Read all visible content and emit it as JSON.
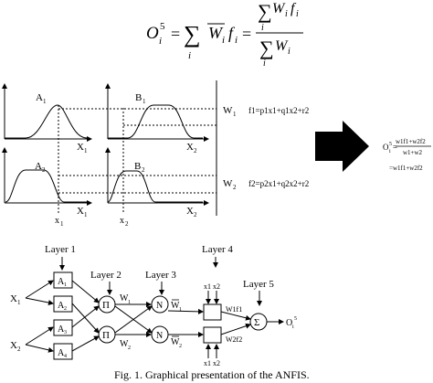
{
  "equation_top": {
    "lhs": "O",
    "lhs_sub": "i",
    "lhs_sup": "5",
    "eq1": "=",
    "sum_symbol": "∑",
    "sum_index": "i",
    "term_bar_w": "W",
    "term_bar_w_sub": "i",
    "term_f": "f",
    "term_f_sub": "i",
    "eq2": "=",
    "num_sum": "∑",
    "num_w": "W",
    "num_w_sub": "i",
    "num_f": "f",
    "num_f_sub": "i",
    "num_index": "i",
    "den_sum": "∑",
    "den_w": "W",
    "den_w_sub": "i",
    "den_index": "i"
  },
  "membership": {
    "A1": "A",
    "A1_sub": "1",
    "A2": "A",
    "A2_sub": "2",
    "B1": "B",
    "B1_sub": "1",
    "B2": "B",
    "B2_sub": "2",
    "X1": "X",
    "X1_sub": "1",
    "X2": "X",
    "X2_sub": "2",
    "x1": "x",
    "x1_sub": "1",
    "x2": "x",
    "x2_sub": "2",
    "W1": "W",
    "W1_sub": "1",
    "W2": "W",
    "W2_sub": "2",
    "f1": "f1=p1x1+q1x2+r2",
    "f2": "f2=p2x1+q2x2+r2"
  },
  "output_eq": {
    "lhs": "O",
    "lhs_sup": "5",
    "lhs_sub": "i",
    "eq": "=",
    "numerator": "w1f1+w2f2",
    "denominator": "w1+w2",
    "line2": "=w1f1+w2f2"
  },
  "network": {
    "layer1": "Layer 1",
    "layer2": "Layer 2",
    "layer3": "Layer 3",
    "layer4": "Layer 4",
    "layer5": "Layer 5",
    "input1": "X",
    "input1_sub": "1",
    "input2": "X",
    "input2_sub": "2",
    "A1": "A",
    "A1_sub": "1",
    "A2": "A",
    "A2_sub": "2",
    "A3": "A",
    "A3_sub": "3",
    "A4": "A",
    "A4_sub": "4",
    "pi": "Π",
    "n": "N",
    "sigma": "Σ",
    "w1": "W",
    "w1_sub": "1",
    "w2": "W",
    "w2_sub": "2",
    "wb1": "W",
    "wb1_sub": "1",
    "wb2": "W",
    "wb2_sub": "2",
    "x1x2": "x1 x2",
    "wf1": "W1f1",
    "wf2": "W2f2",
    "output": "O",
    "output_sub": "i",
    "output_sup": "5"
  },
  "caption": "Fig. 1. Graphical presentation of the ANFIS."
}
